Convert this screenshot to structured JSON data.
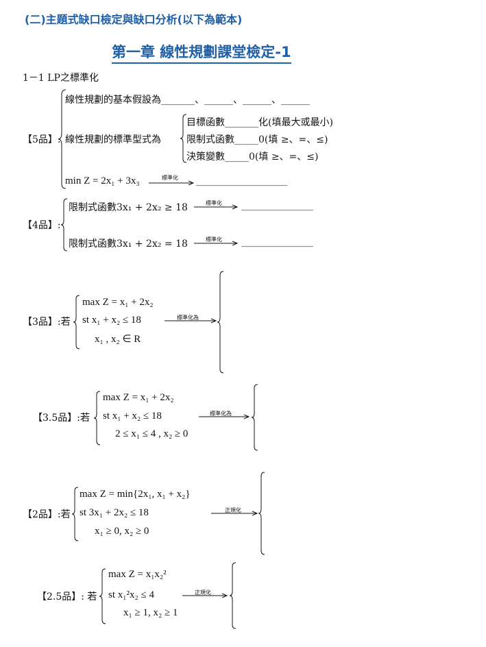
{
  "header": {
    "section": "(二)主題式缺口檢定與缺口分析(以下為範本)",
    "chapter_title": "第一章 線性規劃課堂檢定-1"
  },
  "subsection": "1－1 LP之標準化",
  "level5": {
    "label": "【5品】:",
    "row1": "線性規劃的基本假設為_______、______、______、______",
    "row2_lead": "線性規劃的標準型式為",
    "row2_items": [
      "目標函數_______化(填最大或最小)",
      "限制式函數_____0(填 ≥、=、≤)",
      "決策變數_____0(填 ≥、=、≤)"
    ],
    "row3": "min Z = 2x₁ + 3x₃",
    "row3_arrow": "標準化",
    "row3_blank": "___________________"
  },
  "level4": {
    "label": "【4品】:",
    "row1": "限制式函數3x₁ + 2x₂ ≥ 18",
    "row2": "限制式函數3x₁ + 2x₂ = 18",
    "arrow": "標準化",
    "blank": "_______________"
  },
  "level3": {
    "label": "【3品】:若",
    "lines": [
      "max Z = x₁ + 2x₂",
      "st  x₁ + x₂ ≤ 18",
      "x₁ , x₂ ∈ R"
    ],
    "arrow": "標準化為"
  },
  "level35": {
    "label": "【3.5品】:若",
    "lines": [
      "max Z = x₁ + 2x₂",
      "st  x₁ + x₂ ≤ 18",
      "2 ≤ x₁ ≤ 4 , x₂ ≥ 0"
    ],
    "arrow": "標準化為"
  },
  "level2": {
    "label": "【2品】:若",
    "lines": [
      "max Z = min{2x₁, x₁ + x₂}",
      "st   3x₁ + 2x₂ ≤ 18",
      "x₁ ≥ 0, x₂ ≥ 0"
    ],
    "arrow": "正規化"
  },
  "level25": {
    "label": "【2.5品】: 若",
    "lines": [
      "max Z = x₁x₂²",
      "st   x₁²x₂ ≤ 4",
      "x₁ ≥ 1, x₂ ≥ 1"
    ],
    "arrow": "正規化"
  }
}
